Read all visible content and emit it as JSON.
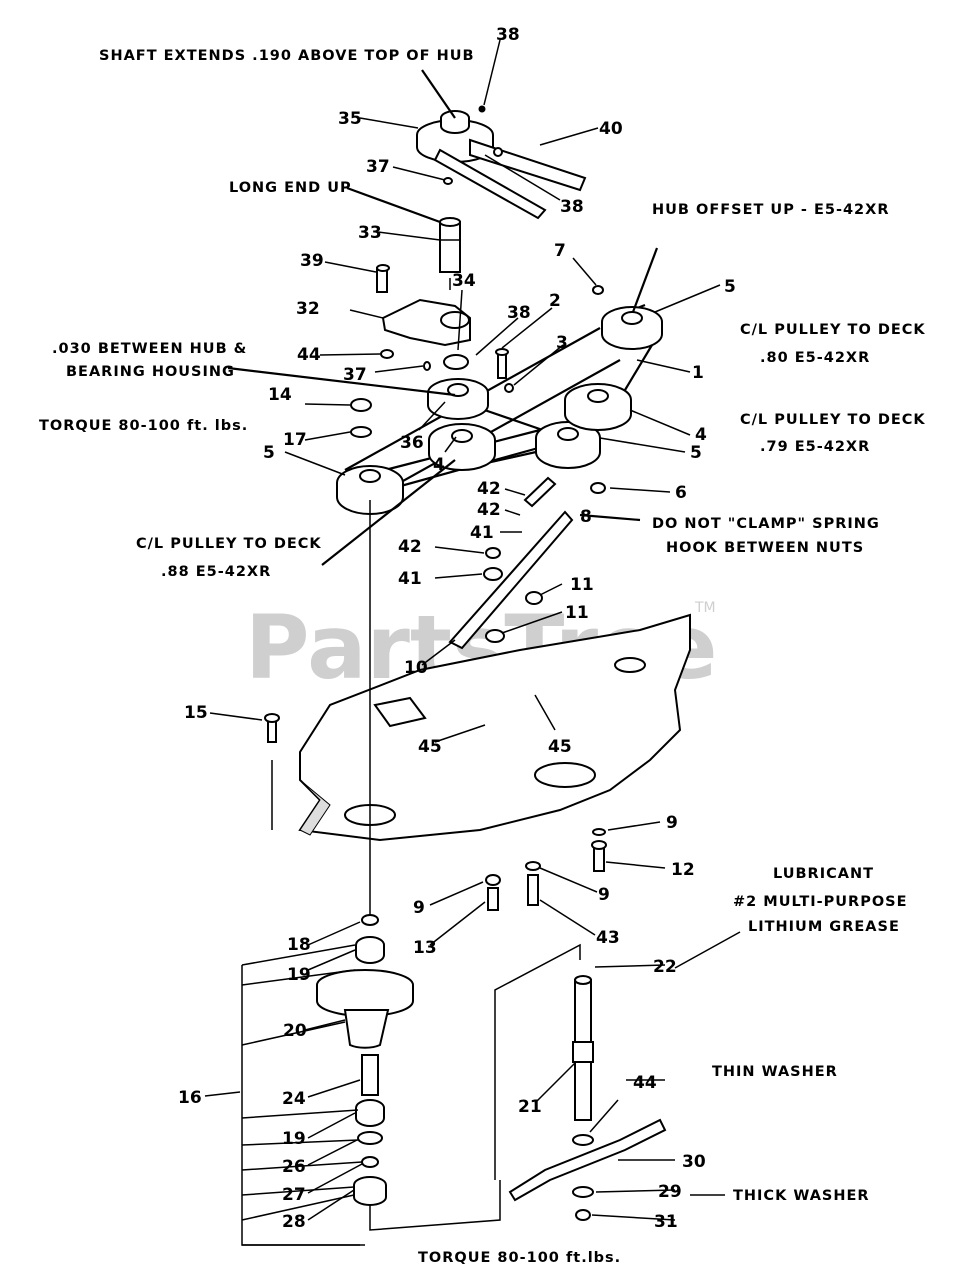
{
  "watermark": {
    "text": "PartsTree",
    "tm": "TM"
  },
  "notes": {
    "shaft_extends": "SHAFT EXTENDS .190 ABOVE TOP OF HUB",
    "long_end_up": "LONG END UP",
    "hub_offset": "HUB OFFSET UP - E5-42XR",
    "gap_line1": ".030 BETWEEN HUB &",
    "gap_line2": "BEARING HOUSING",
    "torque_top": "TORQUE 80-100 ft. lbs.",
    "cl_80_line1": "C/L PULLEY TO DECK",
    "cl_80_line2": ".80  E5-42XR",
    "cl_79_line1": "C/L PULLEY TO DECK",
    "cl_79_line2": ".79  E5-42XR",
    "cl_88_line1": "C/L PULLEY TO DECK",
    "cl_88_line2": ".88  E5-42XR",
    "spring_line1": "DO NOT \"CLAMP\" SPRING",
    "spring_line2": "HOOK BETWEEN NUTS",
    "lube_line1": "LUBRICANT",
    "lube_line2": "#2 MULTI-PURPOSE",
    "lube_line3": "LITHIUM GREASE",
    "thin_washer": "THIN WASHER",
    "thick_washer": "THICK WASHER",
    "torque_bottom": "TORQUE  80-100 ft.lbs."
  },
  "callouts": [
    {
      "id": "38a",
      "label": "38"
    },
    {
      "id": "35",
      "label": "35"
    },
    {
      "id": "40",
      "label": "40"
    },
    {
      "id": "37a",
      "label": "37"
    },
    {
      "id": "38b",
      "label": "38"
    },
    {
      "id": "33",
      "label": "33"
    },
    {
      "id": "7",
      "label": "7"
    },
    {
      "id": "5a",
      "label": "5"
    },
    {
      "id": "39",
      "label": "39"
    },
    {
      "id": "34",
      "label": "34"
    },
    {
      "id": "2",
      "label": "2"
    },
    {
      "id": "38c",
      "label": "38"
    },
    {
      "id": "32",
      "label": "32"
    },
    {
      "id": "3",
      "label": "3"
    },
    {
      "id": "44a",
      "label": "44"
    },
    {
      "id": "37b",
      "label": "37"
    },
    {
      "id": "1",
      "label": "1"
    },
    {
      "id": "14",
      "label": "14"
    },
    {
      "id": "17",
      "label": "17"
    },
    {
      "id": "36",
      "label": "36"
    },
    {
      "id": "4a",
      "label": "4"
    },
    {
      "id": "4b",
      "label": "4"
    },
    {
      "id": "5b",
      "label": "5"
    },
    {
      "id": "5c",
      "label": "5"
    },
    {
      "id": "6",
      "label": "6"
    },
    {
      "id": "42a",
      "label": "42"
    },
    {
      "id": "42b",
      "label": "42"
    },
    {
      "id": "8",
      "label": "8"
    },
    {
      "id": "41a",
      "label": "41"
    },
    {
      "id": "42c",
      "label": "42"
    },
    {
      "id": "41b",
      "label": "41"
    },
    {
      "id": "11a",
      "label": "11"
    },
    {
      "id": "11b",
      "label": "11"
    },
    {
      "id": "10",
      "label": "10"
    },
    {
      "id": "15",
      "label": "15"
    },
    {
      "id": "45a",
      "label": "45"
    },
    {
      "id": "45b",
      "label": "45"
    },
    {
      "id": "9a",
      "label": "9"
    },
    {
      "id": "12",
      "label": "12"
    },
    {
      "id": "9b",
      "label": "9"
    },
    {
      "id": "9c",
      "label": "9"
    },
    {
      "id": "13",
      "label": "13"
    },
    {
      "id": "43",
      "label": "43"
    },
    {
      "id": "18",
      "label": "18"
    },
    {
      "id": "19a",
      "label": "19"
    },
    {
      "id": "22",
      "label": "22"
    },
    {
      "id": "20",
      "label": "20"
    },
    {
      "id": "21",
      "label": "21"
    },
    {
      "id": "16",
      "label": "16"
    },
    {
      "id": "24",
      "label": "24"
    },
    {
      "id": "44b",
      "label": "44"
    },
    {
      "id": "19b",
      "label": "19"
    },
    {
      "id": "26",
      "label": "26"
    },
    {
      "id": "30",
      "label": "30"
    },
    {
      "id": "27",
      "label": "27"
    },
    {
      "id": "29",
      "label": "29"
    },
    {
      "id": "28",
      "label": "28"
    },
    {
      "id": "31",
      "label": "31"
    }
  ]
}
